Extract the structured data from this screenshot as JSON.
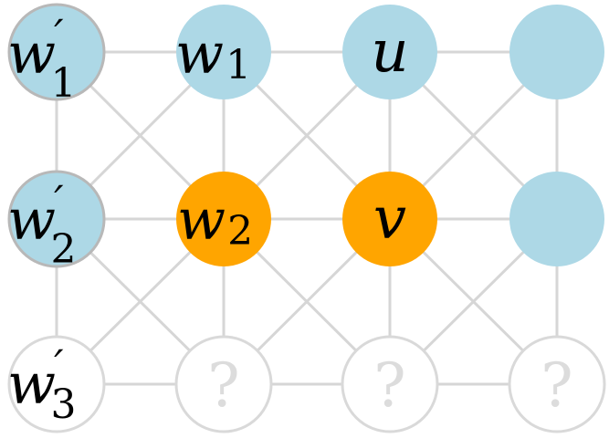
{
  "colors": {
    "blue": "#add8e6",
    "orange": "#ffa500",
    "white": "#ffffff",
    "border_gray": "#b8b8b8",
    "border_light": "#d9d9d9",
    "edge": "#d6d6d6",
    "question": "#dcdcdc"
  },
  "nodes": {
    "w1p": {
      "base": "w",
      "prime": "′",
      "sub": "1",
      "fill": "blue",
      "border": "gray"
    },
    "w1": {
      "base": "w",
      "prime": "",
      "sub": "1",
      "fill": "blue",
      "border": "none"
    },
    "u": {
      "base": "u",
      "prime": "",
      "sub": "",
      "fill": "blue",
      "border": "none"
    },
    "r1c3": {
      "base": "",
      "prime": "",
      "sub": "",
      "fill": "blue",
      "border": "none"
    },
    "w2p": {
      "base": "w",
      "prime": "′",
      "sub": "2",
      "fill": "blue",
      "border": "gray"
    },
    "w2": {
      "base": "w",
      "prime": "",
      "sub": "2",
      "fill": "orange",
      "border": "none"
    },
    "v": {
      "base": "v",
      "prime": "",
      "sub": "",
      "fill": "orange",
      "border": "none"
    },
    "r2c3": {
      "base": "",
      "prime": "",
      "sub": "",
      "fill": "blue",
      "border": "none"
    },
    "w3p": {
      "base": "w",
      "prime": "′",
      "sub": "3",
      "fill": "white",
      "border": "light"
    },
    "q1": {
      "mark": "?",
      "fill": "white",
      "border": "light"
    },
    "q2": {
      "mark": "?",
      "fill": "white",
      "border": "light"
    },
    "q3": {
      "mark": "?",
      "fill": "white",
      "border": "light"
    }
  }
}
